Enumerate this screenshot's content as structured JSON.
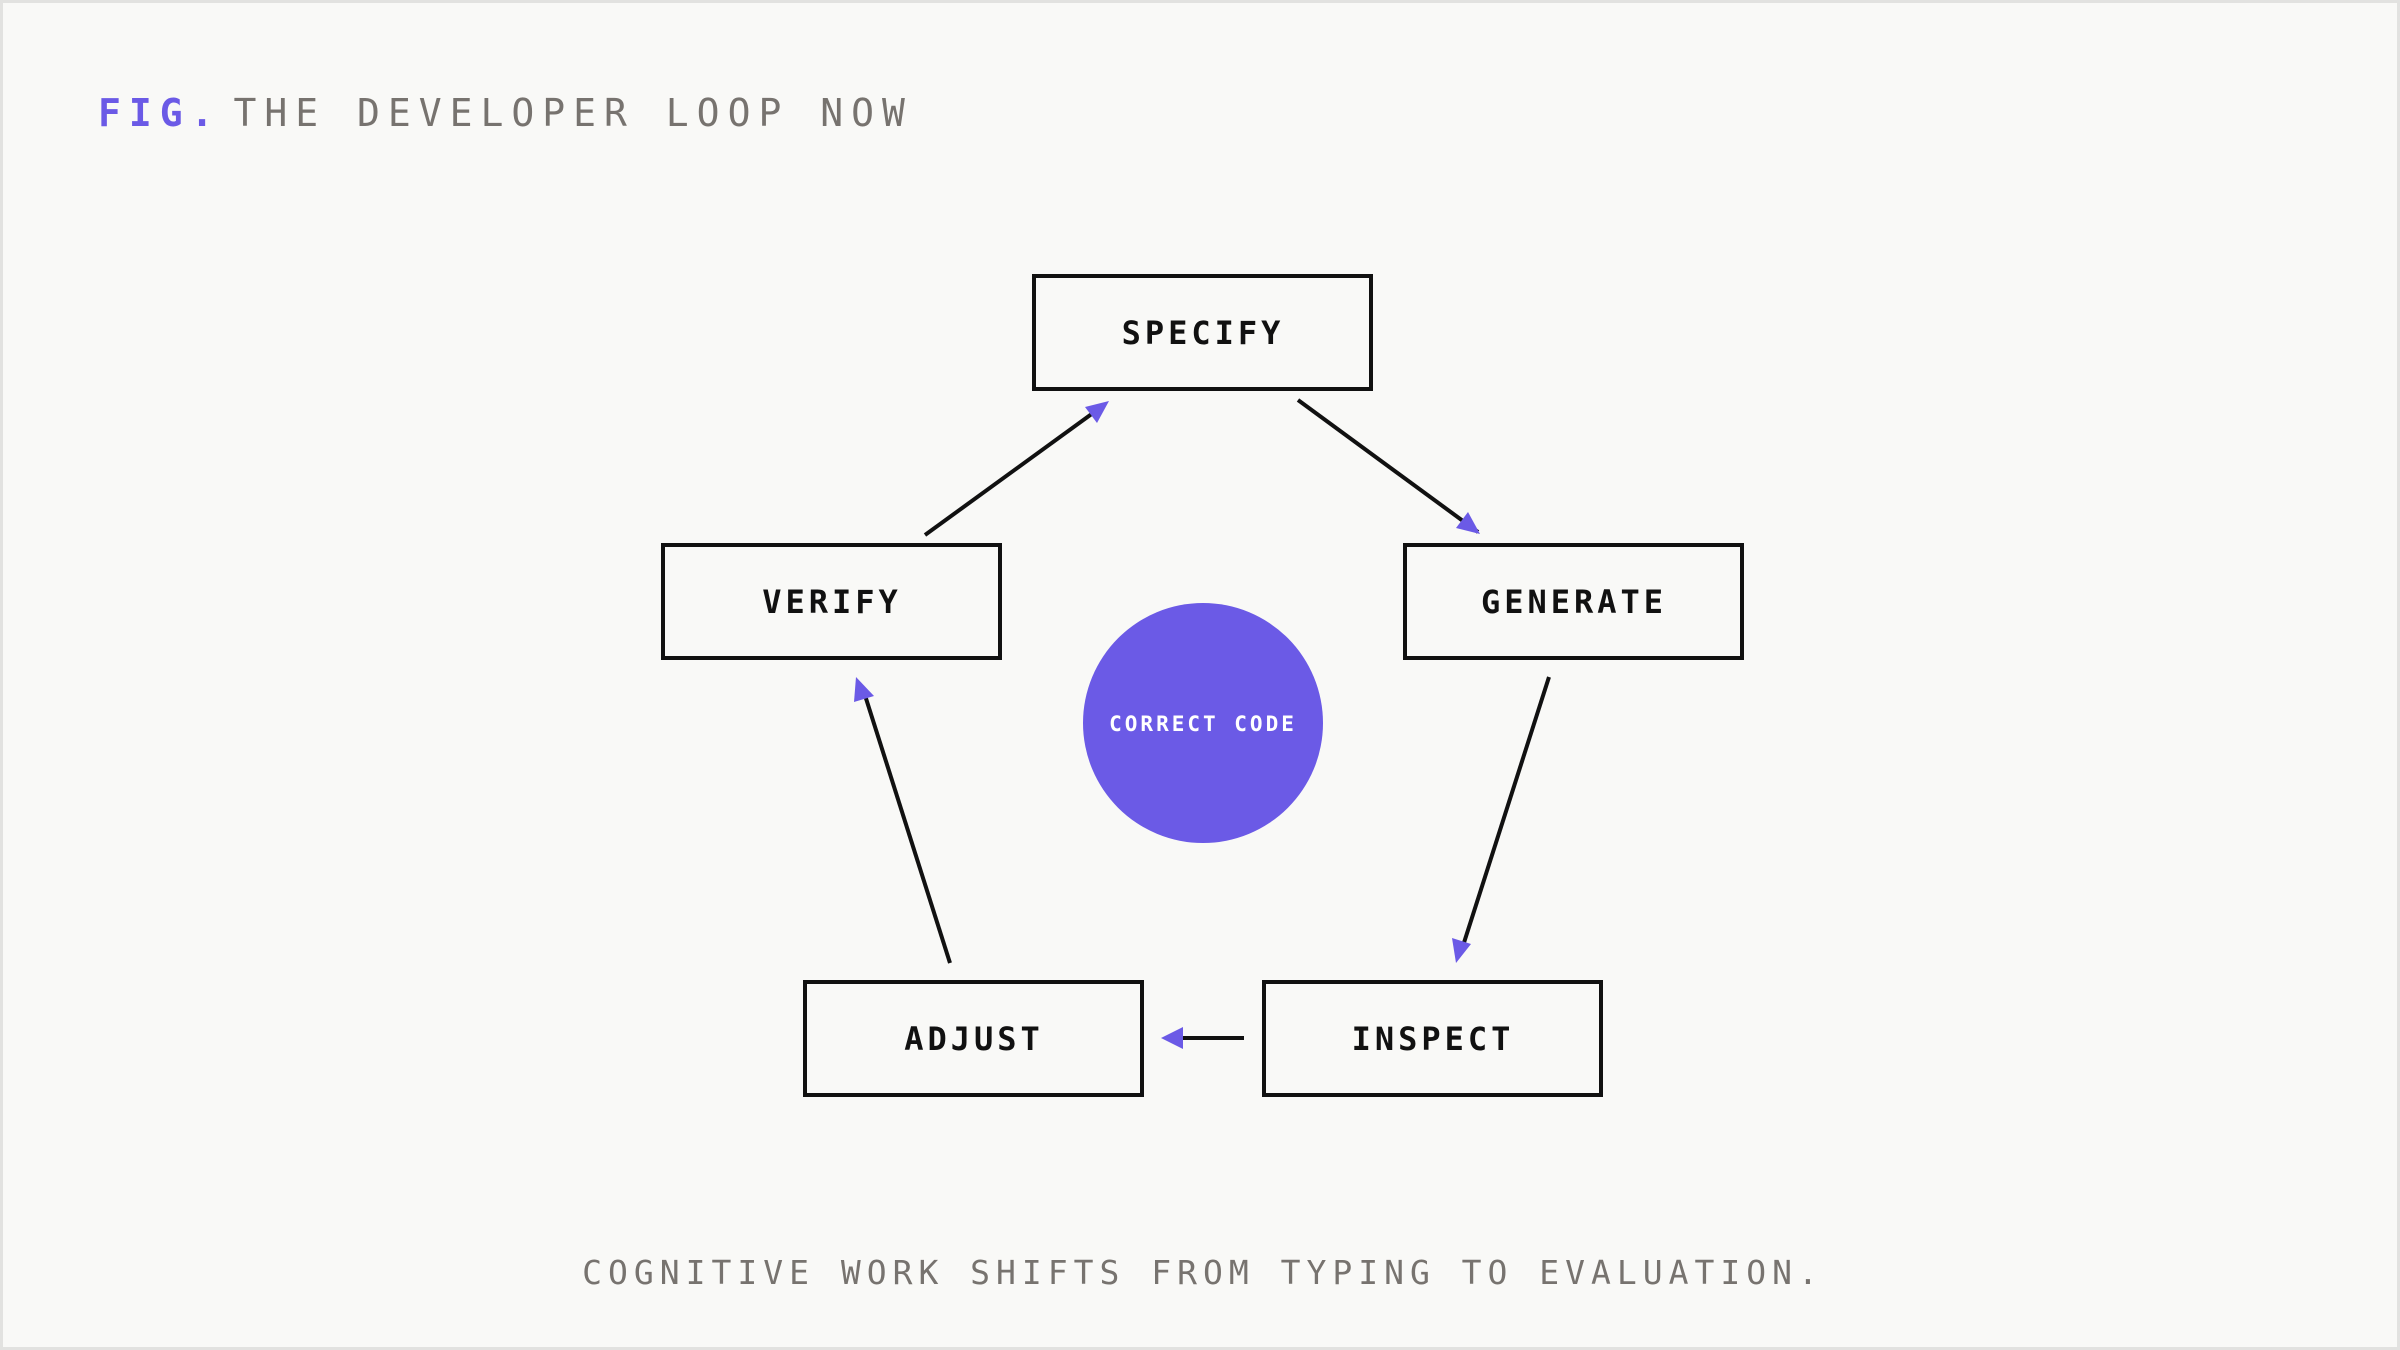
{
  "header": {
    "fig_label": "FIG.",
    "title": "THE DEVELOPER LOOP NOW"
  },
  "diagram": {
    "center": {
      "label": "CORRECT CODE",
      "color": "#6b5ae6"
    },
    "nodes": [
      {
        "id": "specify",
        "label": "SPECIFY"
      },
      {
        "id": "generate",
        "label": "GENERATE"
      },
      {
        "id": "inspect",
        "label": "INSPECT"
      },
      {
        "id": "adjust",
        "label": "ADJUST"
      },
      {
        "id": "verify",
        "label": "VERIFY"
      }
    ],
    "edges": [
      {
        "from": "specify",
        "to": "generate"
      },
      {
        "from": "generate",
        "to": "inspect"
      },
      {
        "from": "inspect",
        "to": "adjust"
      },
      {
        "from": "adjust",
        "to": "verify"
      },
      {
        "from": "verify",
        "to": "specify"
      }
    ],
    "arrow_color": "#6b5ae6",
    "line_color": "#111111"
  },
  "caption": "COGNITIVE WORK SHIFTS FROM TYPING TO EVALUATION."
}
